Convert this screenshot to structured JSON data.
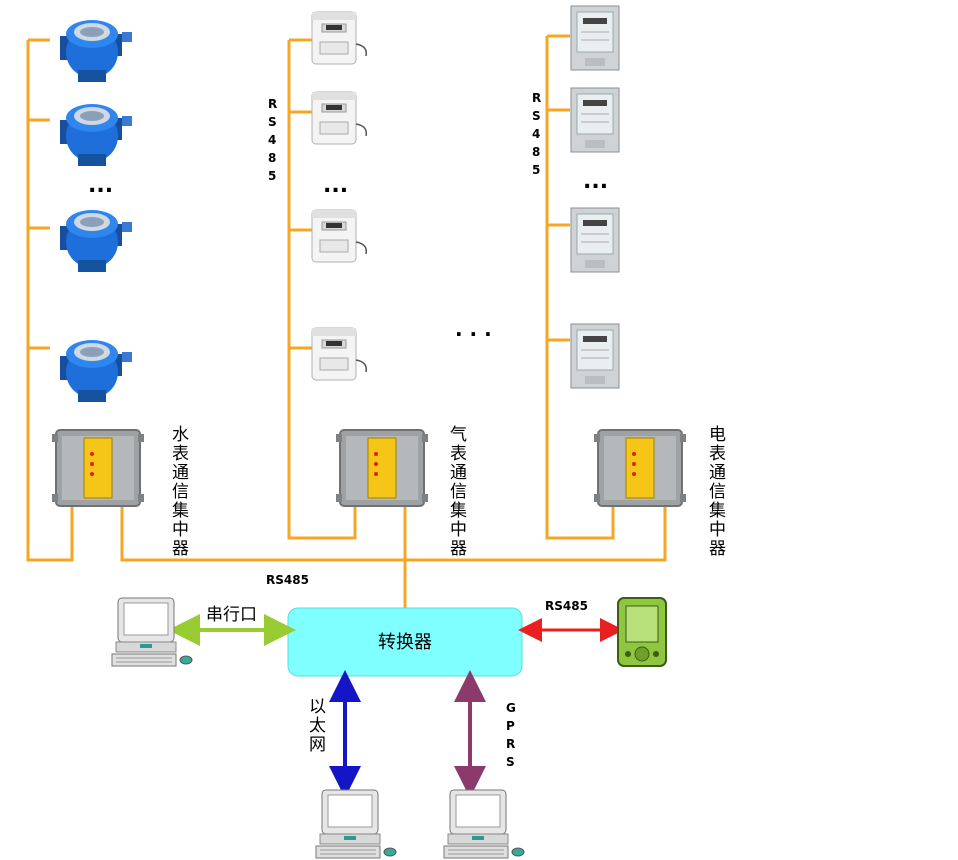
{
  "labels": {
    "water_concentrator": "水表通信集中器",
    "gas_concentrator": "气表通信集中器",
    "electric_concentrator": "电表通信集中器",
    "rs485_gas_bus": "RS485",
    "rs485_electric_bus": "RS485",
    "rs485_main": "RS485",
    "rs485_handheld": "RS485",
    "converter": "转换器",
    "serial_port": "串行口",
    "ethernet": "以太网",
    "gprs": "GPRS",
    "ellipsis_water": "...",
    "ellipsis_gas": "...",
    "ellipsis_electric": "...",
    "ellipsis_middle": ". . ."
  },
  "colors": {
    "bus": "#f5a623",
    "converter_fill": "#7fffff",
    "serial_arrow": "#99cc33",
    "ethernet_arrow": "#1515c8",
    "gprs_arrow": "#8b3a6b",
    "rs485_arrow": "#e82020",
    "handheld": "#8ec63f",
    "water_meter": "#1e6fd9",
    "concentrator_panel": "#f5c518"
  },
  "icons": [
    "water-meter-icon",
    "gas-meter-icon",
    "electric-meter-icon",
    "concentrator-icon",
    "computer-icon",
    "handheld-terminal-icon"
  ]
}
